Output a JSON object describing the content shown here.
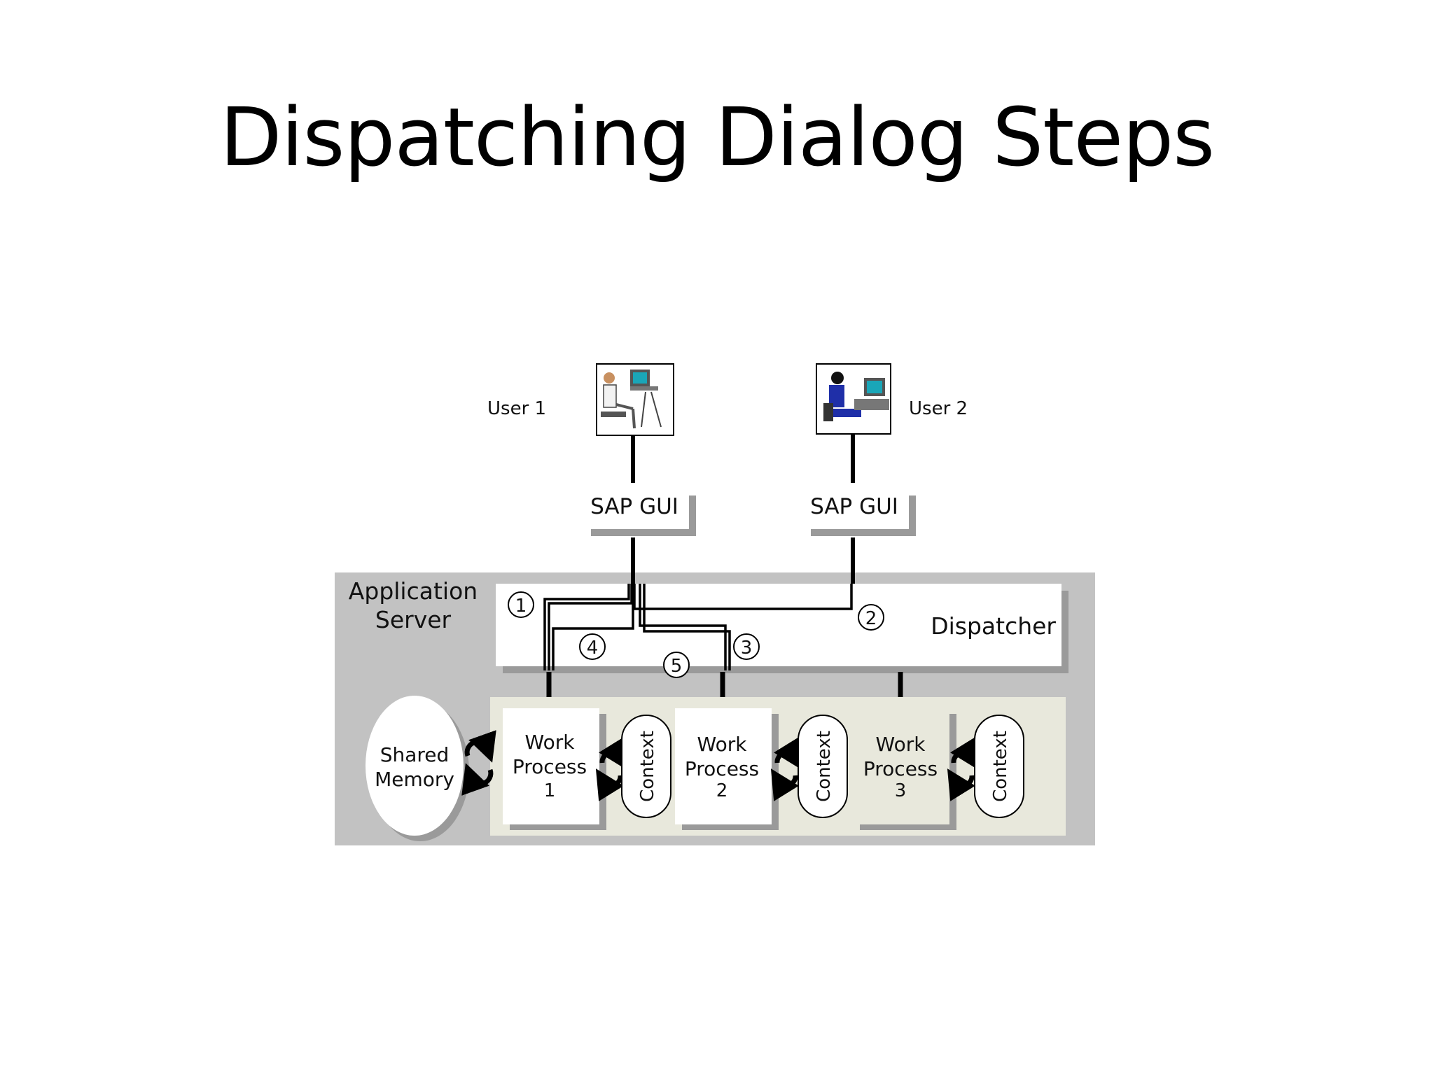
{
  "title": "Dispatching Dialog Steps",
  "colors": {
    "server_bg": "#c2c2c2",
    "wp_area_bg": "#e8e8dc",
    "box_shadow": "#9a9a9a",
    "line": "#000000",
    "user2_figure": "#1f2fa8",
    "monitor_screen": "#1aa6b8"
  },
  "users": [
    {
      "label": "User 1",
      "icon": "user-at-computer-icon"
    },
    {
      "label": "User 2",
      "icon": "user-at-computer-icon"
    }
  ],
  "sap_gui": [
    {
      "label": "SAP GUI"
    },
    {
      "label": "SAP GUI"
    }
  ],
  "application_server": {
    "line1": "Application",
    "line2": "Server"
  },
  "dispatcher": {
    "label": "Dispatcher"
  },
  "shared_memory": {
    "line1": "Shared",
    "line2": "Memory"
  },
  "steps": [
    "1",
    "2",
    "3",
    "4",
    "5"
  ],
  "work_processes": [
    {
      "line1": "Work",
      "line2": "Process",
      "line3": "1",
      "context": "Context"
    },
    {
      "line1": "Work",
      "line2": "Process",
      "line3": "2",
      "context": "Context"
    },
    {
      "line1": "Work",
      "line2": "Process",
      "line3": "3",
      "context": "Context"
    }
  ]
}
